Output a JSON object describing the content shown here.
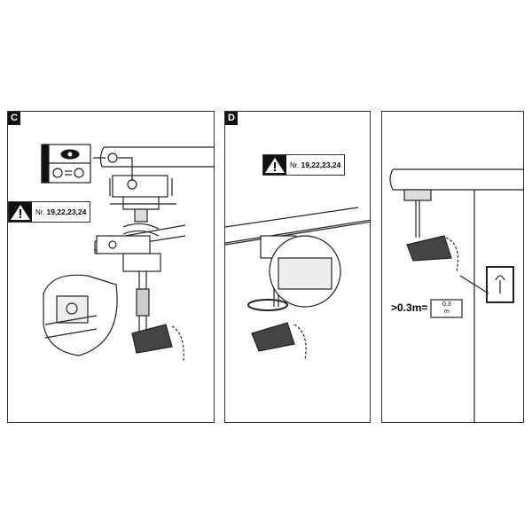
{
  "panels": [
    {
      "label": "C",
      "warning": {
        "prefix": "Nr.",
        "numbers": "19,22,23,24"
      }
    },
    {
      "label": "D",
      "warning": {
        "prefix": "Nr.",
        "numbers": "19,22,23,24"
      }
    },
    {
      "label": "",
      "distance": {
        "text": ">0.3m",
        "equals": "=",
        "icon_value": "0.3",
        "icon_unit": "m"
      }
    }
  ]
}
